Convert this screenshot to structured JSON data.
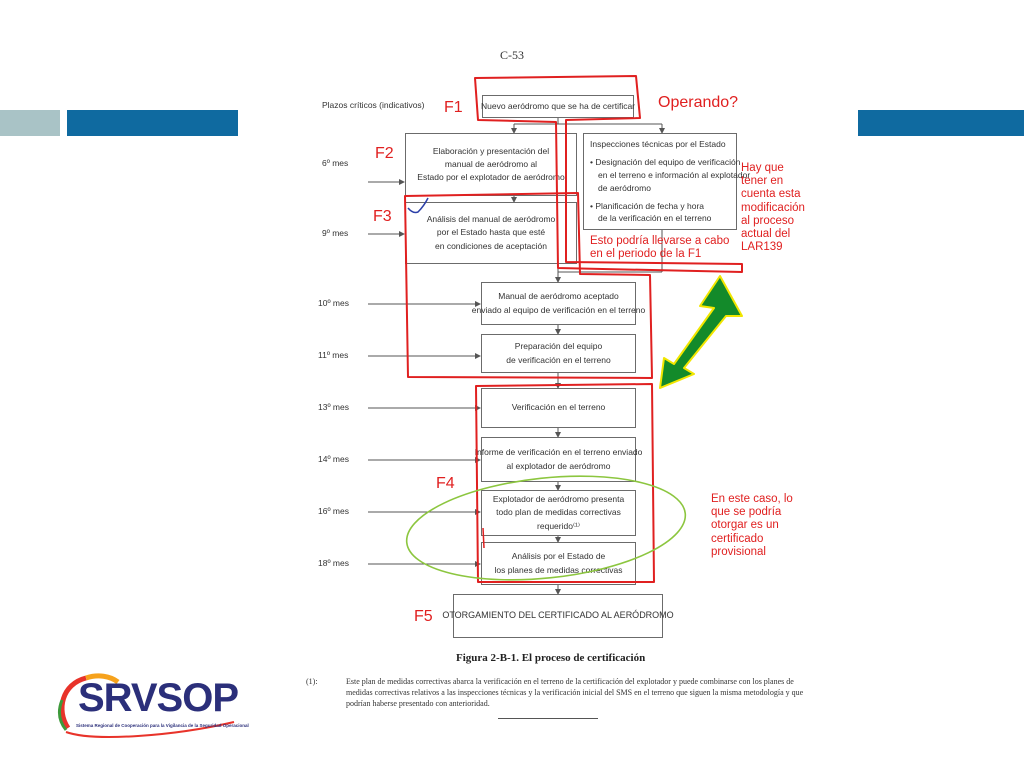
{
  "page_label": "C-53",
  "header_left": "Plazos críticos (indicativos)",
  "months": [
    "6º mes",
    "9º mes",
    "10º mes",
    "11º mes",
    "13º mes",
    "14º mes",
    "16º mes",
    "18º mes"
  ],
  "boxes": {
    "start": [
      "Nuevo aeródromo que se ha de certificar"
    ],
    "f2": [
      "Elaboración y presentación del",
      "manual de aeródromo al",
      "Estado por el explotador de aeródromo"
    ],
    "f3": [
      "Análisis del manual de aeródromo",
      "por el Estado hasta que esté",
      "en condiciones de aceptación"
    ],
    "inspections_title": "Inspecciones técnicas por el Estado",
    "inspections_items": [
      [
        "Designación del equipo de verificación",
        "en el terreno e información al explotador",
        "de aeródromo"
      ],
      [
        "Planificación de fecha y hora",
        "de la verificación en el terreno"
      ]
    ],
    "manual_sent": [
      "Manual de aeródromo aceptado",
      "enviado al equipo de verificación en el terreno"
    ],
    "prep": [
      "Preparación del equipo",
      "de verificación en el terreno"
    ],
    "verif": [
      "Verificación en el terreno"
    ],
    "report": [
      "Informe de verificación en el terreno enviado",
      "al explotador de aeródromo"
    ],
    "plan": [
      "Explotador de aeródromo presenta",
      "todo plan de medidas correctivas",
      "requerido⁽¹⁾"
    ],
    "analysis": [
      "Análisis por el Estado de",
      "los planes de medidas correctivas"
    ],
    "final": [
      "OTORGAMIENTO DEL CERTIFICADO AL AERÓDROMO"
    ]
  },
  "phase_labels": [
    "F1",
    "F2",
    "F3",
    "F4",
    "F5"
  ],
  "annotations": {
    "operando": "Operando?",
    "lar_note": [
      "Hay que",
      "tener en",
      "cuenta esta",
      "modificación",
      "al proceso",
      "actual del",
      "LAR139"
    ],
    "f1_note": [
      "Esto podría llevarse a cabo",
      "en el periodo de la F1"
    ],
    "provisional_note": [
      "En este caso, lo",
      "que se podría",
      "otorgar es un",
      "certificado",
      "provisional"
    ]
  },
  "figure_caption": "Figura 2-B-1.    El proceso de certificación",
  "footnote_num": "(1):",
  "footnote_text": "Este plan de medidas correctivas abarca la verificación en el terreno de la certificación del explotador y puede combinarse con los planes de medidas correctivas relativos a las inspecciones técnicas y la verificación inicial del SMS en el terreno que siguen la misma metodología y que podrían haberse presentado con anterioridad.",
  "logo": {
    "name": "SRVSOP",
    "subtitle": "Sistema Regional de Cooperación para la Vigilancia de la Seguridad Operacional"
  },
  "colors": {
    "bar_light": "#a9c3c6",
    "bar_dark": "#0f6aa0",
    "red_annotation": "#e02020",
    "green_arrow": "#138a2a",
    "green_ellipse": "#8cc63f",
    "logo_blue": "#2b2f7a"
  }
}
